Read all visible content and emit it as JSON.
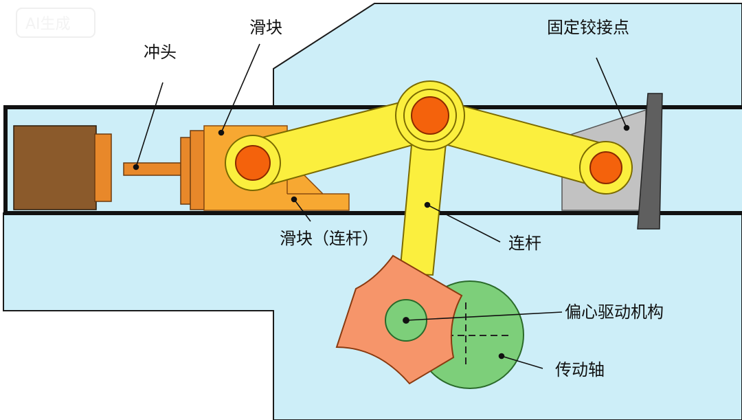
{
  "watermark": "AI生成",
  "labels": {
    "punch": "冲头",
    "slider": "滑块",
    "fixed_hinge": "固定铰接点",
    "slider_link": "滑块（连杆）",
    "connecting_rod": "连杆",
    "eccentric_drive": "偏心驱动机构",
    "drive_shaft": "传动轴"
  },
  "colors": {
    "housing": "#cdeef8",
    "outline": "#1a1a1a",
    "link_yellow": "#fbef3e",
    "pin_orange": "#f4620c",
    "slider_orange": "#f7a832",
    "block_brown": "#8b5a2b",
    "tool_orange": "#e8882a",
    "eccentric_salmon": "#f6956a",
    "shaft_green": "#7dcf7a",
    "hinge_gray": "#c2c2c2"
  }
}
